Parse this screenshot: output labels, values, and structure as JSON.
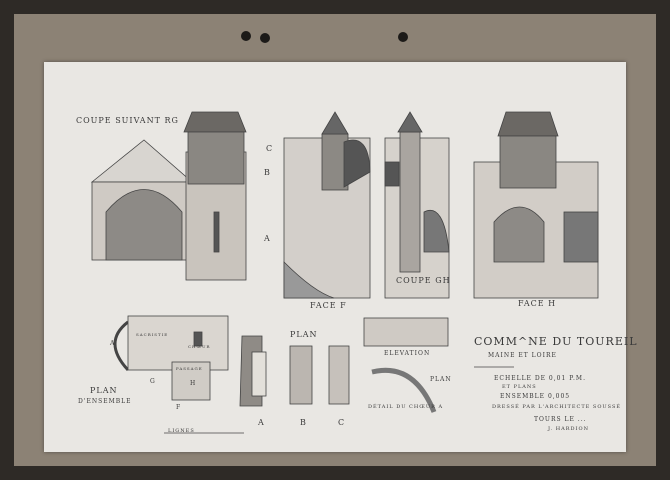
{
  "drawing": {
    "section_rg": "Coupe suivant RG",
    "levels": [
      "C",
      "B",
      "A"
    ],
    "face_f": "Face F",
    "section_gh": "Coupe GH",
    "face_h": "Face H",
    "plan_small": "Plan",
    "plan_letters": [
      "A",
      "B",
      "C"
    ],
    "elevation": "Elevation",
    "plan_detail": "Plan",
    "detail_choeur": "Détail du chœur A",
    "plan_ensemble": "Plan",
    "plan_ensemble_sub": "d'ensemble",
    "plan_rooms": [
      "Sacristie",
      "Chœur",
      "Passage",
      "A",
      "G",
      "H",
      "F"
    ],
    "scale_bar": "Lignes"
  },
  "cartouche": {
    "commune": "Comm^ne du Toureil",
    "department": "Maine et Loire",
    "scale_1": "Echelle de 0,01 p.m.",
    "scale_2": "et Plans",
    "scale_3": "Ensemble 0,005",
    "drawn_by": "Dressé par l'Architecte Soussé",
    "place": "Tours le ...",
    "signature": "J. Hardion"
  },
  "colors": {
    "background": "#2e2a26",
    "mount": "#8c8275",
    "paper": "#e9e7e3",
    "ink": "#3a3a3a"
  }
}
